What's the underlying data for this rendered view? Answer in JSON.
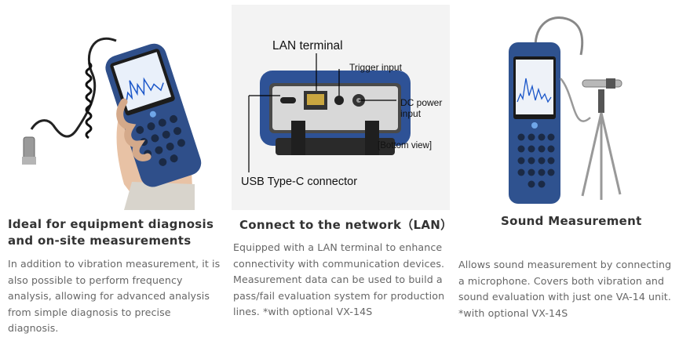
{
  "features": [
    {
      "title_line1": "Ideal for equipment diagnosis",
      "title_line2": "and on-site measurements",
      "desc_lines": [
        "In addition to vibration measurement, it is",
        "also possible to perform frequency",
        "analysis, allowing for advanced analysis",
        "from simple diagnosis to precise diagnosis."
      ]
    },
    {
      "title": "Connect to the network（LAN）",
      "callouts": {
        "lan": "LAN terminal",
        "trigger": "Trigger input",
        "dc1": "DC power",
        "dc2": "input",
        "bottom": "[Bottom view]",
        "usb": "USB Type-C connector"
      },
      "desc_lines": [
        "Equipped with a LAN terminal to enhance",
        "connectivity with communication devices.",
        "Measurement data can be used to build a",
        "pass/fail evaluation system for production",
        "lines. *with optional VX-14S"
      ]
    },
    {
      "title": "Sound Measurement",
      "desc_lines": [
        "Allows sound measurement by connecting",
        "a microphone. Covers both vibration and",
        "sound evaluation with just one VA-14 unit.",
        "*with optional VX-14S"
      ]
    }
  ]
}
